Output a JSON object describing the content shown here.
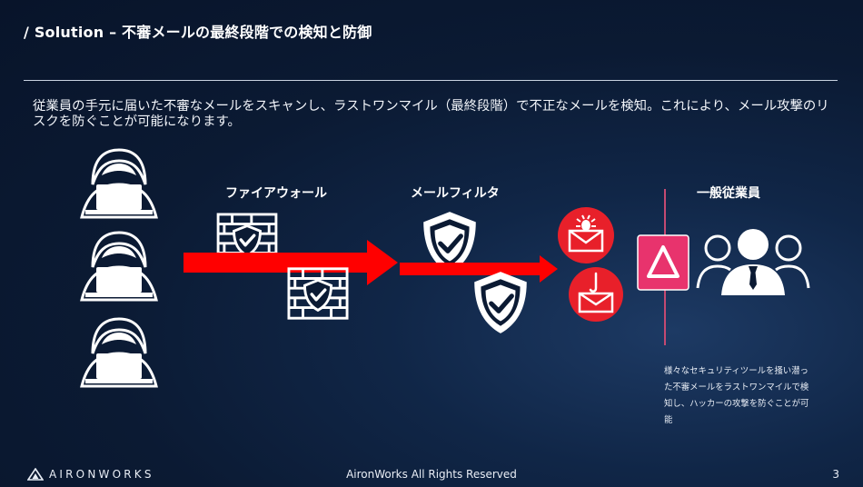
{
  "slide": {
    "title": "/ Solution – 不審メールの最終段階での検知と防御",
    "description": "従業員の手元に届いた不審なメールをスキャンし、ラストワンマイル（最終段階）で不正なメールを検知。これにより、メール攻撃のリスクを防ぐことが可能になります。",
    "firewall_label": "ファイアウォール",
    "mailfilter_label": "メールフィルタ",
    "employee_label": "一般従業員",
    "note": "様々なセキュリティツールを掻い潜った不審メールをラストワンマイルで検知し、ハッカーの攻撃を防ぐことが可能"
  },
  "footer": {
    "logo_text": "AIRONWORKS",
    "copyright": "AironWorks All Rights Reserved",
    "page_number": "3"
  },
  "icons": {
    "hacker": "hacker-icon",
    "firewall": "brick-shield-icon",
    "mail_filter": "shield-check-icon",
    "malware_mail": "bug-mail-icon",
    "phishing_mail": "hook-mail-icon",
    "product": "aironworks-logo-icon",
    "employees": "employee-group-icon"
  },
  "colors": {
    "background": "#0b1a33",
    "arrow": "#ff0000",
    "alert": "#e8202a",
    "product_accent": "#e8336d",
    "divider_line": "#c44a72"
  }
}
